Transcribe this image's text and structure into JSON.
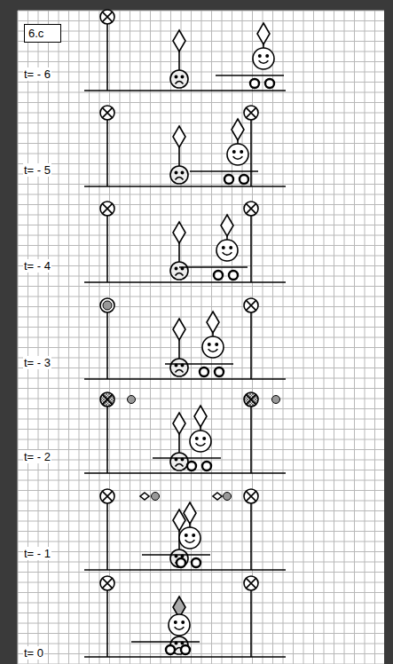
{
  "diagram": {
    "nodes": [
      {
        "text": [
          "6.c"
        ]
      }
    ],
    "labels": [
      "t= - 6",
      "t= - 5",
      "t= - 4",
      "t= - 3",
      "t= - 2",
      "t= - 1",
      "t= 0"
    ]
  }
}
